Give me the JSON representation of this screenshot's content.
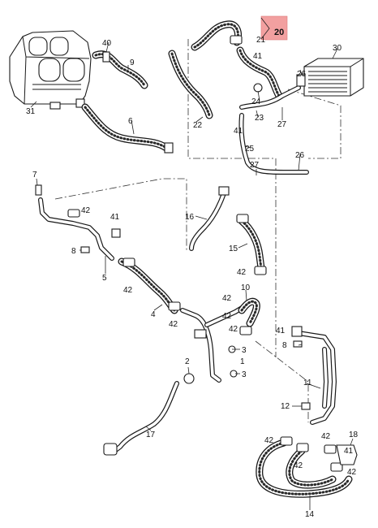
{
  "highlight": {
    "label": "20",
    "color": "#f2a0a0"
  },
  "callouts": [
    {
      "id": "c1",
      "text": "1"
    },
    {
      "id": "c2",
      "text": "2"
    },
    {
      "id": "c3a",
      "text": "3"
    },
    {
      "id": "c3b",
      "text": "3"
    },
    {
      "id": "c4",
      "text": "4"
    },
    {
      "id": "c5",
      "text": "5"
    },
    {
      "id": "c6",
      "text": "6"
    },
    {
      "id": "c7",
      "text": "7"
    },
    {
      "id": "c8a",
      "text": "8"
    },
    {
      "id": "c8b",
      "text": "8"
    },
    {
      "id": "c9",
      "text": "9"
    },
    {
      "id": "c10",
      "text": "10"
    },
    {
      "id": "c11",
      "text": "11"
    },
    {
      "id": "c12",
      "text": "12"
    },
    {
      "id": "c14",
      "text": "14"
    },
    {
      "id": "c15",
      "text": "15"
    },
    {
      "id": "c16",
      "text": "16"
    },
    {
      "id": "c17",
      "text": "17"
    },
    {
      "id": "c18",
      "text": "18"
    },
    {
      "id": "c21",
      "text": "21"
    },
    {
      "id": "c22",
      "text": "22"
    },
    {
      "id": "c23",
      "text": "23"
    },
    {
      "id": "c24",
      "text": "24"
    },
    {
      "id": "c25",
      "text": "25"
    },
    {
      "id": "c26a",
      "text": "26"
    },
    {
      "id": "c26b",
      "text": "26"
    },
    {
      "id": "c27a",
      "text": "27"
    },
    {
      "id": "c27b",
      "text": "27"
    },
    {
      "id": "c30",
      "text": "30"
    },
    {
      "id": "c31",
      "text": "31"
    },
    {
      "id": "c40",
      "text": "40"
    },
    {
      "id": "c41a",
      "text": "41"
    },
    {
      "id": "c41b",
      "text": "41"
    },
    {
      "id": "c41c",
      "text": "41"
    },
    {
      "id": "c41d",
      "text": "41"
    },
    {
      "id": "c41e",
      "text": "41"
    },
    {
      "id": "c42a",
      "text": "42"
    },
    {
      "id": "c42b",
      "text": "42"
    },
    {
      "id": "c42c",
      "text": "42"
    },
    {
      "id": "c42d",
      "text": "42"
    },
    {
      "id": "c42e",
      "text": "42"
    },
    {
      "id": "c42f",
      "text": "42"
    },
    {
      "id": "c42g",
      "text": "42"
    },
    {
      "id": "c42h",
      "text": "42"
    },
    {
      "id": "c42i",
      "text": "42"
    },
    {
      "id": "c42j",
      "text": "42"
    },
    {
      "id": "c42k",
      "text": "42"
    }
  ]
}
